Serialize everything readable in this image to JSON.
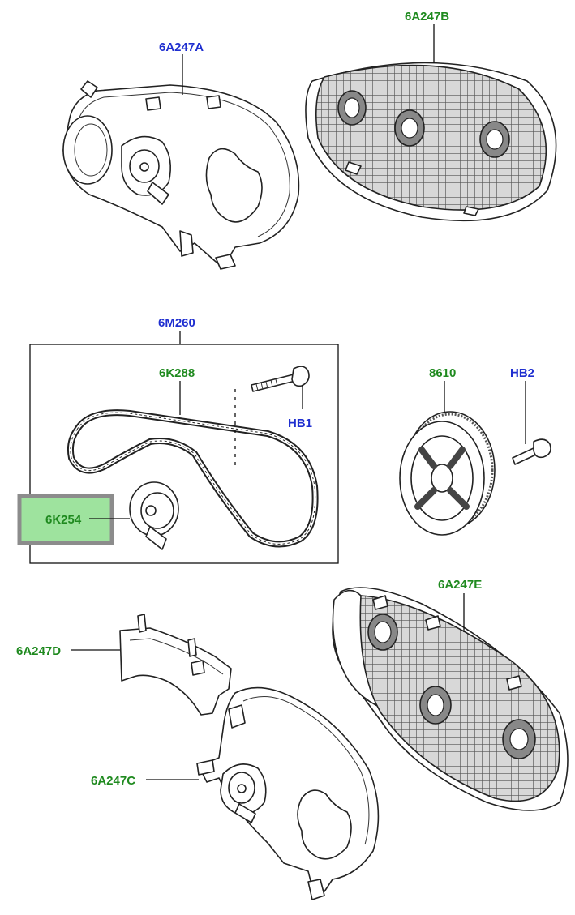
{
  "callouts": {
    "a6a247a": "6A247A",
    "a6a247b": "6A247B",
    "m260": "6M260",
    "k288": "6K288",
    "hb1": "HB1",
    "n8610": "8610",
    "hb2": "HB2",
    "k254": "6K254",
    "a6a247e": "6A247E",
    "a6a247d": "6A247D",
    "a6a247c": "6A247C"
  },
  "colors": {
    "assembly_label": "#1f2fd0",
    "part_label": "#1f8a1f",
    "highlight_fill": "#9ee39e",
    "highlight_border": "#8c8c8c"
  }
}
